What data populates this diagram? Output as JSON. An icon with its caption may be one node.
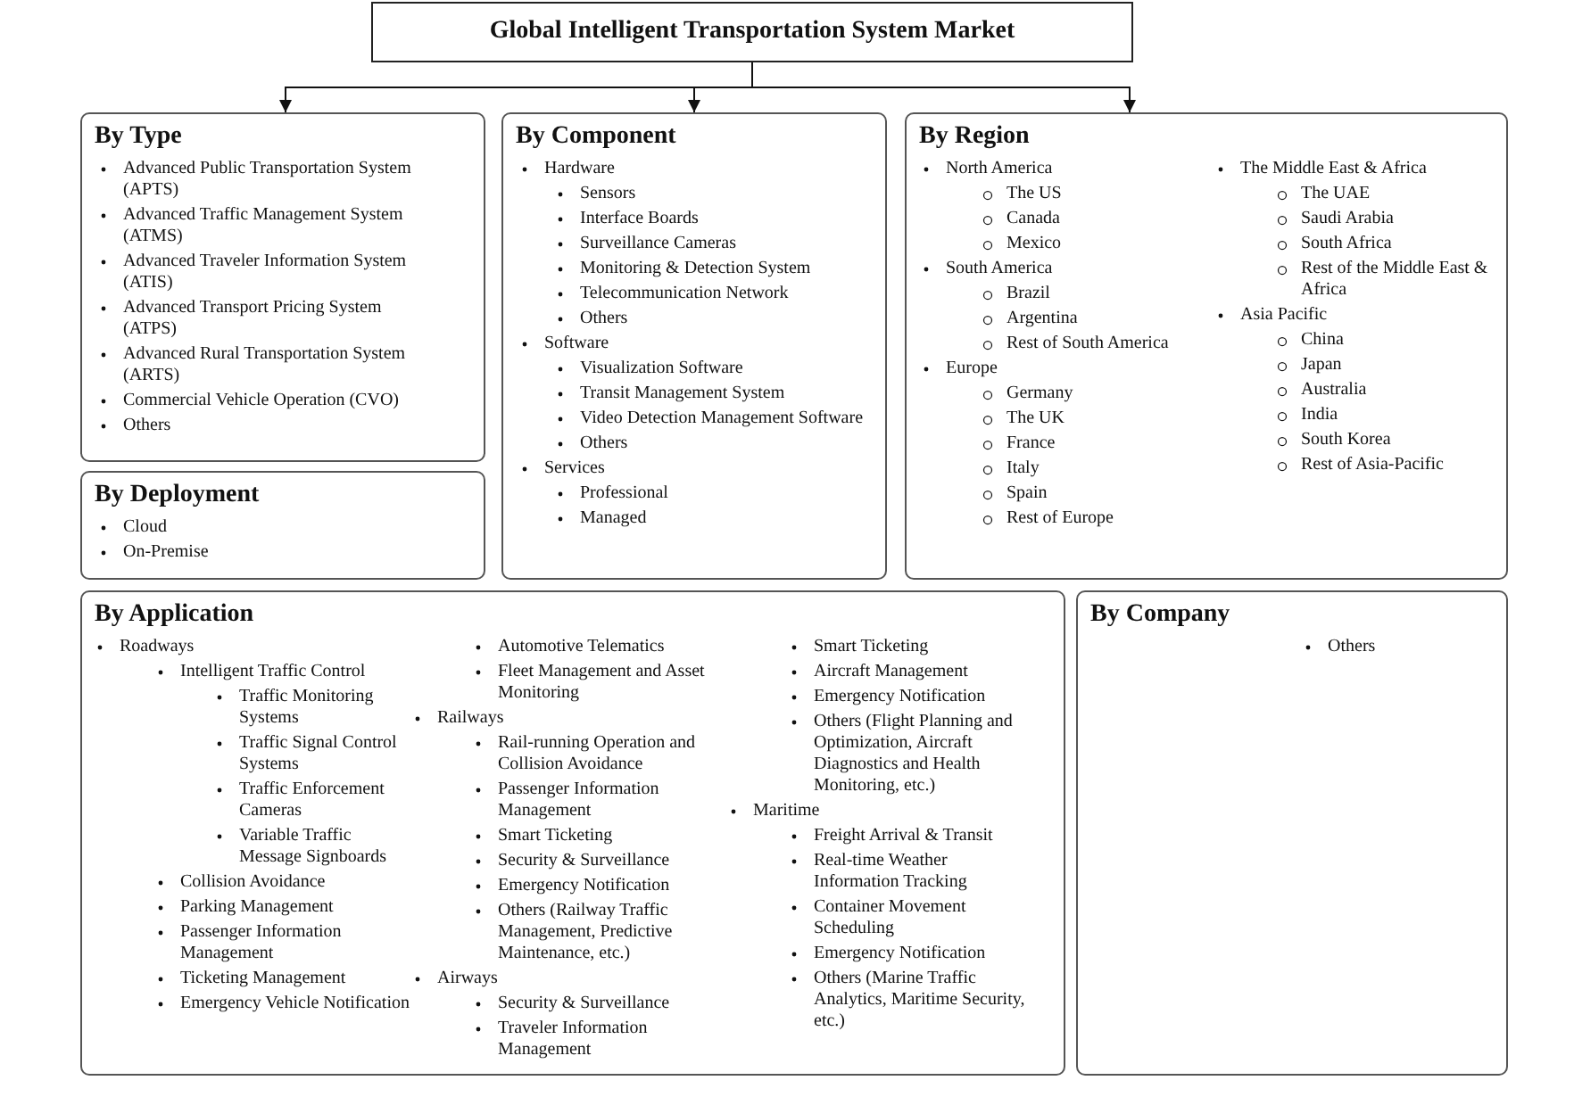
{
  "diagram": {
    "nodes": [
      {
        "text": [
          "Global Intelligent Transportation System Market"
        ]
      },
      {
        "text": [
          "By Type",
          "Advanced Public Transportation System (APTS)",
          "Advanced Traffic Management System (ATMS)",
          "Advanced Traveler Information System (ATIS)",
          "Advanced Transport Pricing System (ATPS)",
          "Advanced Rural Transportation System (ARTS)",
          "Commercial Vehicle Operation (CVO)",
          "Others"
        ]
      },
      {
        "text": [
          "By Component",
          "Hardware",
          "Sensors",
          "Interface Boards",
          "Surveillance Cameras",
          "Monitoring & Detection System",
          "Telecommunication Network",
          "Others",
          "Software",
          "Visualization Software",
          "Transit Management System",
          "Video Detection Management Software",
          "Others",
          "Services",
          "Professional",
          "Managed"
        ]
      },
      {
        "text": [
          "By Region",
          "North America",
          "The US",
          "Canada",
          "Mexico",
          "South America",
          "Brazil",
          "Argentina",
          "Rest of South America",
          "Europe",
          "Germany",
          "The UK",
          "France",
          "Italy",
          "Spain",
          "Rest of Europe",
          "The Middle East & Africa",
          "The UAE",
          "Saudi Arabia",
          "South Africa",
          "Rest of the Middle East & Africa",
          "Asia Pacific",
          "China",
          "Japan",
          "Australia",
          "India",
          "South Korea",
          "Rest of Asia-Pacific"
        ]
      },
      {
        "text": [
          "By Deployment",
          "Cloud",
          "On-Premise"
        ]
      },
      {
        "text": [
          "By Application",
          "Roadways",
          "Intelligent Traffic Control",
          "Traffic Monitoring Systems",
          "Traffic Signal Control Systems",
          "Traffic Enforcement Cameras",
          "Variable Traffic Message Signboards",
          "Collision Avoidance",
          "Parking Management",
          "Passenger Information Management",
          "Ticketing Management",
          "Emergency Vehicle Notification",
          "Automotive Telematics",
          "Fleet Management and Asset Monitoring",
          "Railways",
          "Rail-running Operation and Collision Avoidance",
          "Passenger Information Management",
          "Smart Ticketing",
          "Security & Surveillance",
          "Emergency Notification",
          "Others (Railway Traffic Management, Predictive Maintenance, etc.)",
          "Airways",
          "Security & Surveillance",
          "Traveler Information Management",
          "Smart Ticketing",
          "Aircraft Management",
          "Emergency Notification",
          "Others (Flight Planning and Optimization, Aircraft Diagnostics and Health Monitoring, etc.)",
          "Maritime",
          "Freight Arrival & Transit",
          "Real-time Weather Information Tracking",
          "Container Movement Scheduling",
          "Emergency Notification",
          "Others (Marine Traffic Analytics, Maritime Security, etc.)"
        ]
      },
      {
        "text": [
          "By Company",
          "Others"
        ]
      }
    ],
    "edges": [
      {
        "from": 0,
        "to": 1,
        "arrow": "to"
      },
      {
        "from": 0,
        "to": 2,
        "arrow": "to"
      },
      {
        "from": 0,
        "to": 3,
        "arrow": "to"
      }
    ]
  }
}
